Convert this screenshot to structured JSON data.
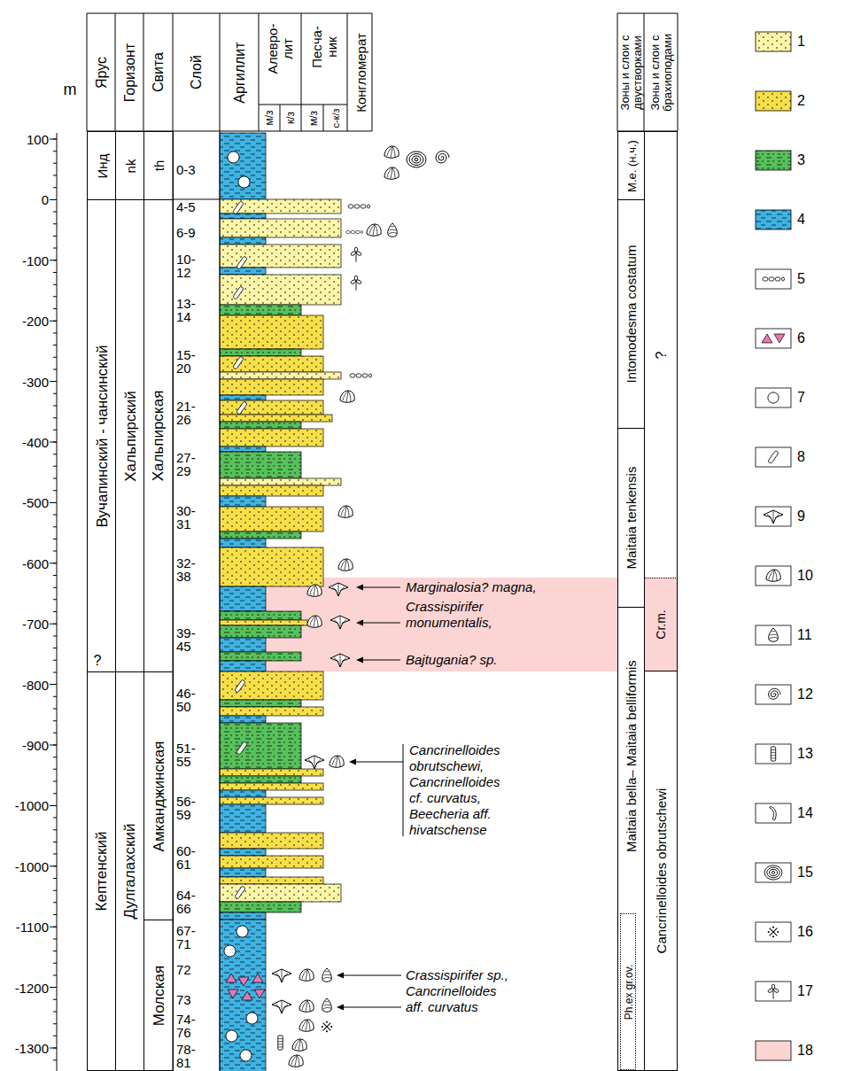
{
  "diagram": {
    "nodes": [
      {
        "text": [
          "Инд"
        ]
      },
      {
        "text": [
          "Вучапинский - чансинский"
        ]
      },
      {
        "text": [
          "Кептенский"
        ]
      },
      {
        "text": [
          "nk"
        ]
      },
      {
        "text": [
          "Хальпирский"
        ]
      },
      {
        "text": [
          "Дулгалахский"
        ]
      },
      {
        "text": [
          "th"
        ]
      },
      {
        "text": [
          "Хальпирская"
        ]
      },
      {
        "text": [
          "Амканджинская"
        ]
      },
      {
        "text": [
          "Молская"
        ]
      },
      {
        "text": [
          "M.e. (н.ч.)"
        ]
      },
      {
        "text": [
          "Intomodesma costatum"
        ]
      },
      {
        "text": [
          "Maitaia tenkensis"
        ]
      },
      {
        "text": [
          "Maitaia bella– Maitaia belliformis"
        ]
      },
      {
        "text": [
          "Ph.ex gr.ov."
        ],
        "in": 13
      },
      {
        "text": [
          "?"
        ]
      },
      {
        "text": [
          "Cr.m."
        ]
      },
      {
        "text": [
          "Cancrinelloides obrutschewi"
        ]
      }
    ],
    "labels": [
      "m",
      "Ярус",
      "Горизонт",
      "Свита",
      "Слой",
      "Аргиллит",
      "Алевро- лит",
      "м/з",
      "к/з",
      "Песча- ник",
      "м/з",
      "с-к/з",
      "Конгломерат",
      "Зоны и слои с двустворками",
      "Зоны и слои с брахиоподами",
      "100",
      "0",
      "-100",
      "-200",
      "-300",
      "-400",
      "-500",
      "-600",
      "-700",
      "-800",
      "-900",
      "-1000",
      "-1000",
      "-1100",
      "-1200",
      "-1300",
      "?",
      "0-3",
      "4-5",
      "6-9",
      "10- 12",
      "13- 14",
      "15- 20",
      "21- 26",
      "27- 29",
      "30- 31",
      "32- 38",
      "39- 45",
      "46- 50",
      "51- 55",
      "56- 59",
      "60- 61",
      "64- 66",
      "67- 71",
      "72",
      "73",
      "74- 76",
      "78- 81",
      "Marginalosia? magna,",
      "Crassispirifer monumentalis,",
      "Bajtugania? sp.",
      "Cancrinelloides obrutschewi, Cancrinelloides cf. curvatus, Beecheria aff. hivatschense",
      "Crassispirifer sp., Cancrinelloides aff. curvatus"
    ],
    "legend": [
      {
        "text": "1",
        "color": "#fdf6a8"
      },
      {
        "text": "2",
        "color": "#f7df4a"
      },
      {
        "text": "3",
        "color": "#57c15b"
      },
      {
        "text": "4",
        "color": "#3fb3e3"
      },
      {
        "text": "5"
      },
      {
        "text": "6"
      },
      {
        "text": "7"
      },
      {
        "text": "8"
      },
      {
        "text": "9"
      },
      {
        "text": "10"
      },
      {
        "text": "11"
      },
      {
        "text": "12"
      },
      {
        "text": "13"
      },
      {
        "text": "14"
      },
      {
        "text": "15"
      },
      {
        "text": "16"
      },
      {
        "text": "17"
      },
      {
        "text": "18",
        "color": "#fcd4d4"
      }
    ]
  }
}
